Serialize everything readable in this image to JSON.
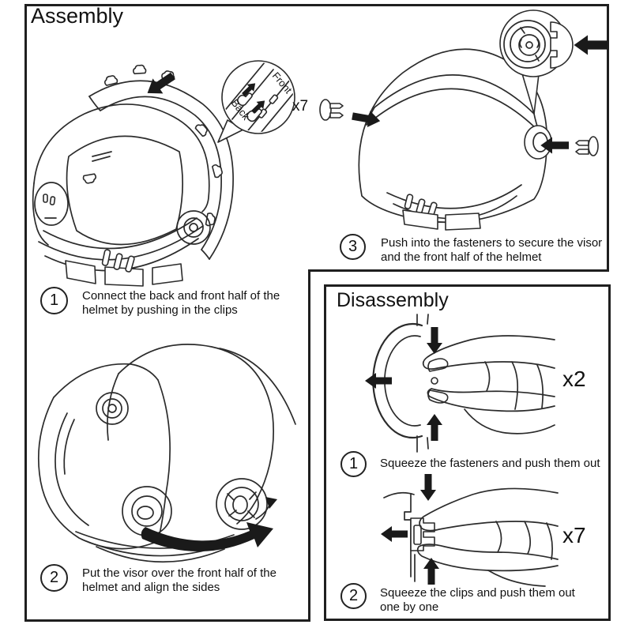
{
  "assembly": {
    "title": "Assembly",
    "detail_labels": {
      "front": "Front",
      "back": "Back",
      "count": "x7"
    },
    "steps": [
      {
        "number": "1",
        "text": "Connect the back and front half of the helmet by pushing in the clips"
      },
      {
        "number": "2",
        "text": "Put the visor over the front half of the helmet and align the sides"
      },
      {
        "number": "3",
        "text": "Push into the fasteners to secure the visor and the front half of the helmet"
      }
    ]
  },
  "disassembly": {
    "title": "Disassembly",
    "steps": [
      {
        "number": "1",
        "text": "Squeeze the fasteners and push them out",
        "count": "x2"
      },
      {
        "number": "2",
        "text": "Squeeze the clips and push them out one by one",
        "count": "x7"
      }
    ]
  },
  "colors": {
    "line": "#2b2b2b",
    "arrow": "#1a1a1a",
    "text": "#111111",
    "background": "#ffffff"
  }
}
